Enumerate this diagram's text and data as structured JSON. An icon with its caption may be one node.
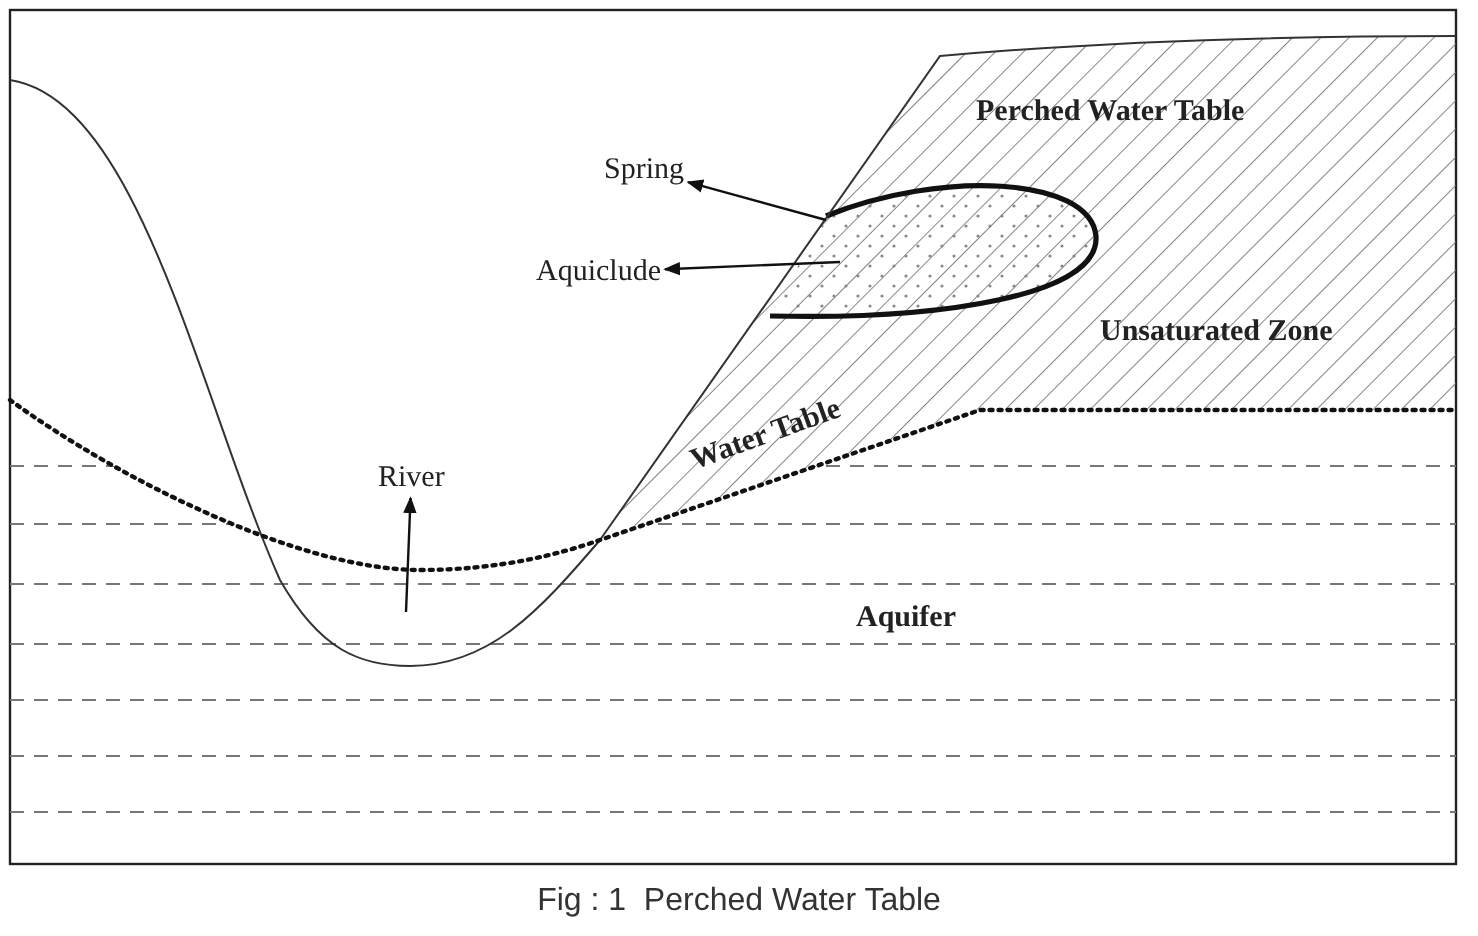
{
  "diagram": {
    "caption": "Fig : 1  Perched Water Table",
    "nodes": [
      {
        "text": [
          "Spring"
        ]
      },
      {
        "text": [
          "Aquiclude"
        ]
      },
      {
        "text": [
          "River"
        ]
      }
    ],
    "edges": [
      {
        "from": null,
        "to": 0,
        "arrow": "to"
      },
      {
        "from": null,
        "to": 1,
        "arrow": "to"
      },
      {
        "from": null,
        "to": 2,
        "arrow": "to"
      }
    ],
    "labels": [
      "Perched Water Table",
      "Unsaturated Zone",
      "Water Table",
      "Aquifer"
    ]
  }
}
